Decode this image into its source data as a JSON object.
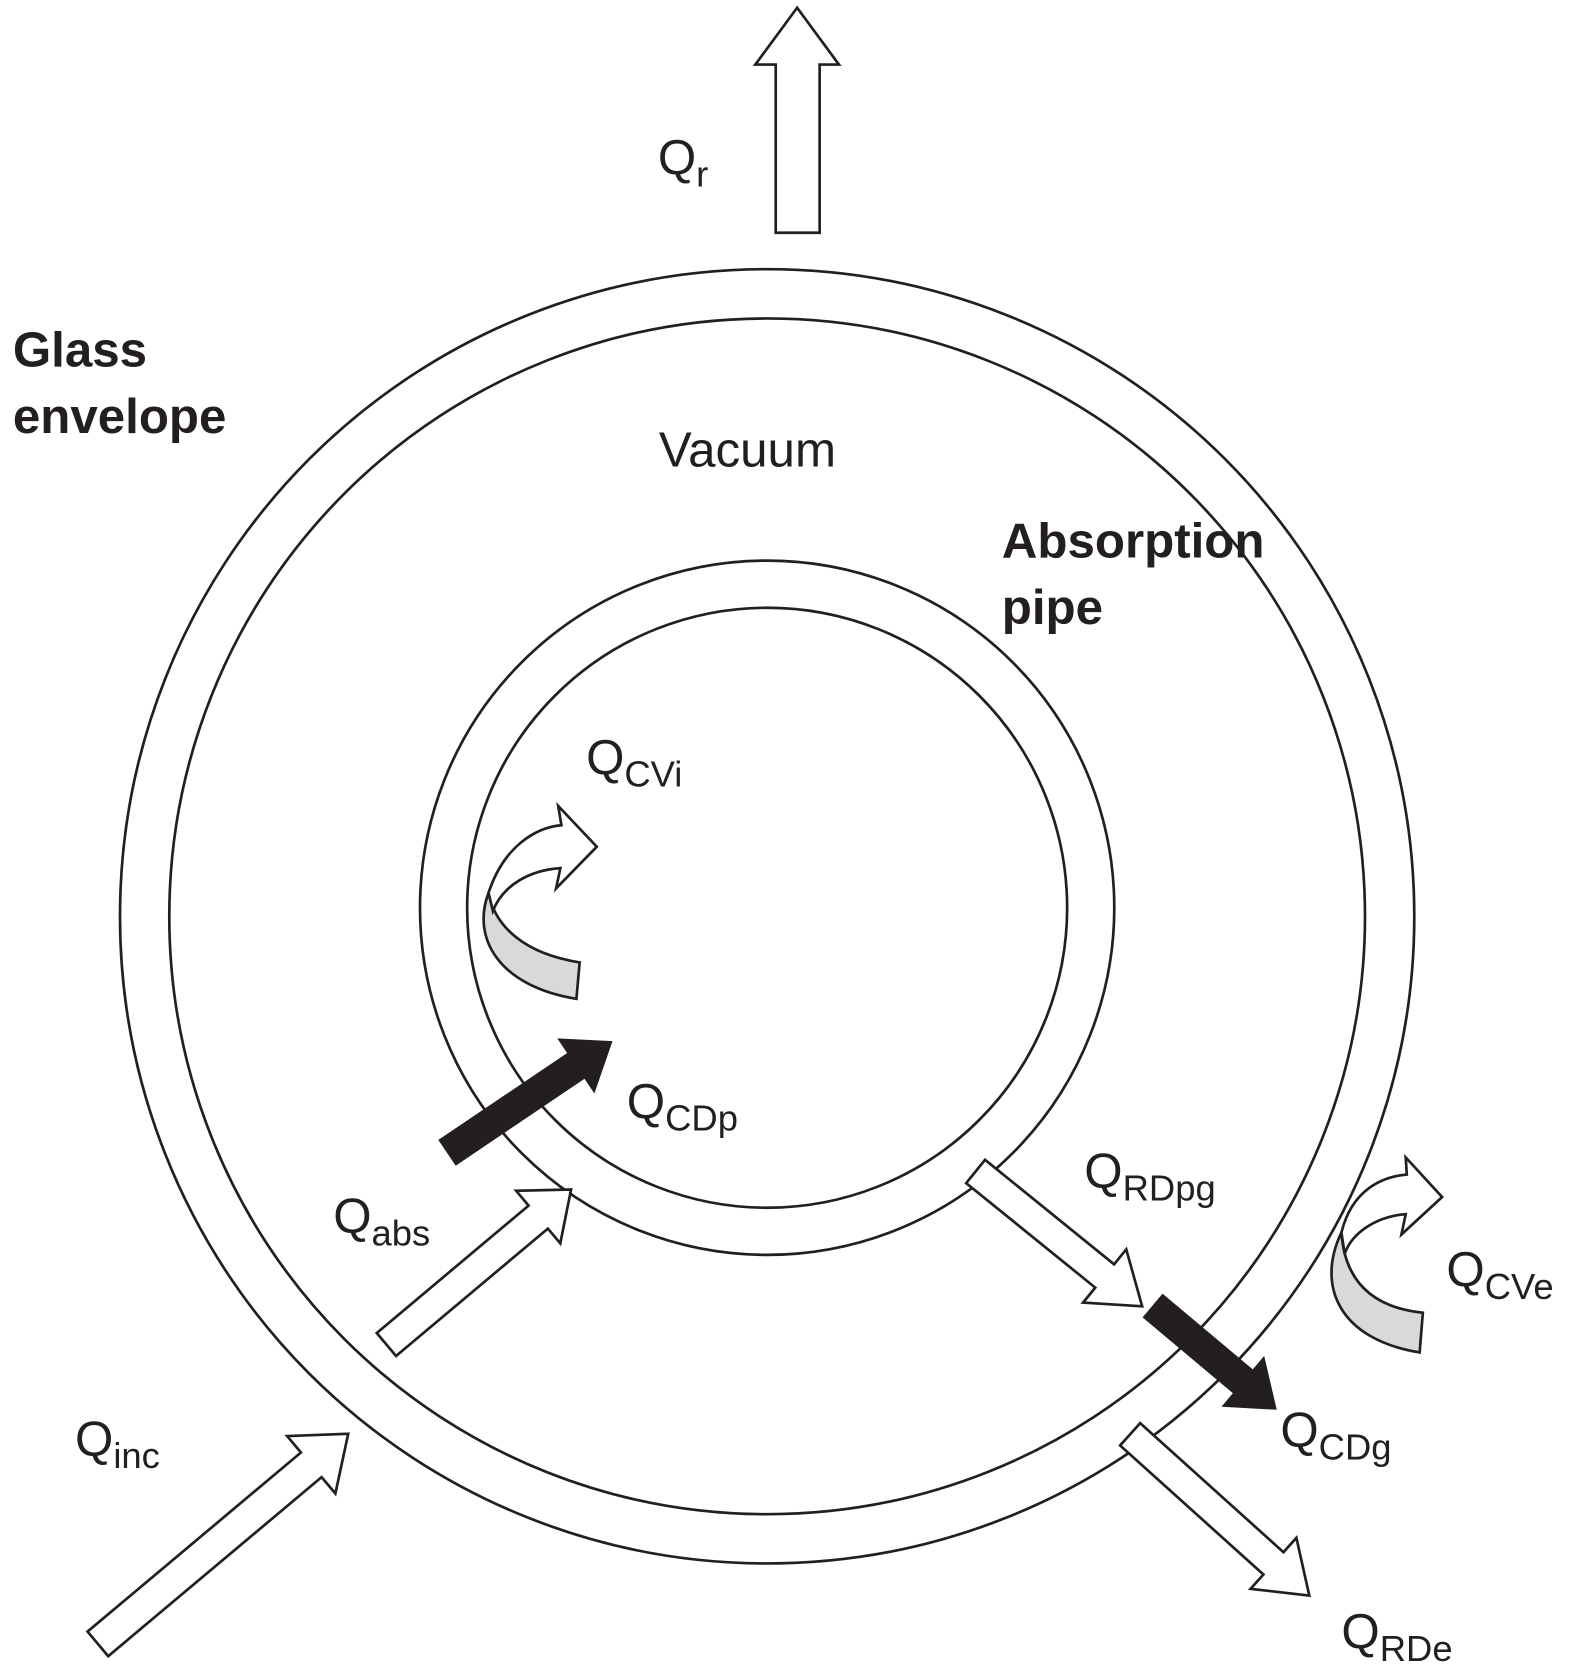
{
  "diagram": {
    "labels": {
      "glass_envelope": [
        "Glass",
        "envelope"
      ],
      "vacuum": "Vacuum",
      "absorption_pipe": [
        "Absorption",
        "pipe"
      ]
    },
    "heat_flows": {
      "q_r": {
        "main": "Q",
        "sub": "r"
      },
      "q_cvi": {
        "main": "Q",
        "sub": "CVi"
      },
      "q_cdp": {
        "main": "Q",
        "sub": "CDp"
      },
      "q_abs": {
        "main": "Q",
        "sub": "abs"
      },
      "q_rdpg": {
        "main": "Q",
        "sub": "RDpg"
      },
      "q_cve": {
        "main": "Q",
        "sub": "CVe"
      },
      "q_cdg": {
        "main": "Q",
        "sub": "CDg"
      },
      "q_inc": {
        "main": "Q",
        "sub": "inc"
      },
      "q_rde": {
        "main": "Q",
        "sub": "RDe"
      }
    },
    "colors": {
      "ink": "#231f20",
      "convection_fill": "#d9d9d9",
      "background": "#ffffff"
    }
  }
}
